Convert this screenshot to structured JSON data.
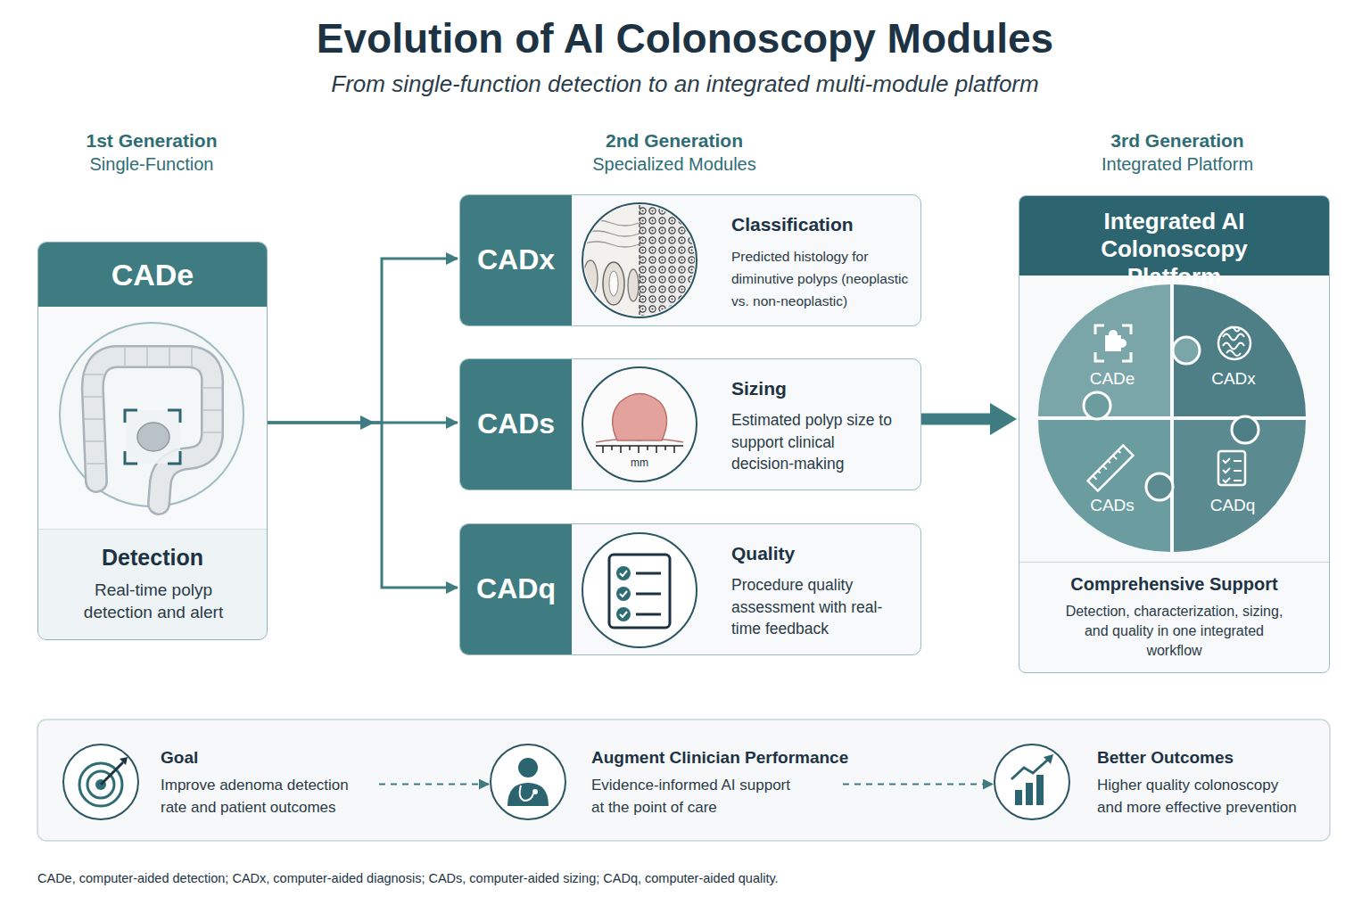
{
  "diagram": {
    "title": "Evolution of AI Colonoscopy Modules",
    "nodes": [
      {
        "text": [
          "CADe",
          "Detection",
          "Real-time polyp detection and alert"
        ]
      },
      {
        "text": [
          "CADx",
          "Classification",
          "Predicted histology for diminutive polyps (neoplastic vs. non-neoplastic)"
        ]
      },
      {
        "text": [
          "CADs",
          "Sizing",
          "Estimated polyp size to support clinical decision-making"
        ]
      },
      {
        "text": [
          "CADq",
          "Quality",
          "Procedure quality assessment with real-time feedback"
        ]
      },
      {
        "text": [
          "Integrated AI Colonoscopy Platform",
          "Comprehensive Support",
          "Detection, characterization, sizing, and quality in one integrated workflow"
        ]
      },
      {
        "text": [
          "CADe"
        ],
        "in": 4
      },
      {
        "text": [
          "CADx"
        ],
        "in": 4
      },
      {
        "text": [
          "CADs"
        ],
        "in": 4
      },
      {
        "text": [
          "CADq"
        ],
        "in": 4
      },
      {
        "text": [
          "Goal",
          "Improve adenoma detection rate and patient outcomes"
        ]
      },
      {
        "text": [
          "Augment Clinician Performance",
          "Evidence-informed AI support at the point of care"
        ]
      },
      {
        "text": [
          "Better Outcomes",
          "Higher quality colonoscopy and more effective prevention"
        ]
      }
    ],
    "edges": [
      {
        "from": 0,
        "to": 1,
        "arrow": "to"
      },
      {
        "from": 0,
        "to": 2,
        "arrow": "to"
      },
      {
        "from": 0,
        "to": 3,
        "arrow": "to"
      },
      {
        "from": 2,
        "to": 4,
        "arrow": "to"
      },
      {
        "from": 9,
        "to": 10,
        "arrow": "to"
      },
      {
        "from": 10,
        "to": 11,
        "arrow": "to"
      }
    ],
    "labels": [
      "From single-function detection to an integrated multi-module platform",
      "1st Generation",
      "Single-Function",
      "2nd Generation",
      "Specialized Modules",
      "3rd Generation",
      "Integrated Platform",
      "mm",
      "CADe, computer-aided detection; CADx, computer-aided diagnosis; CADs, computer-aided sizing; CADq, computer-aided quality."
    ]
  }
}
